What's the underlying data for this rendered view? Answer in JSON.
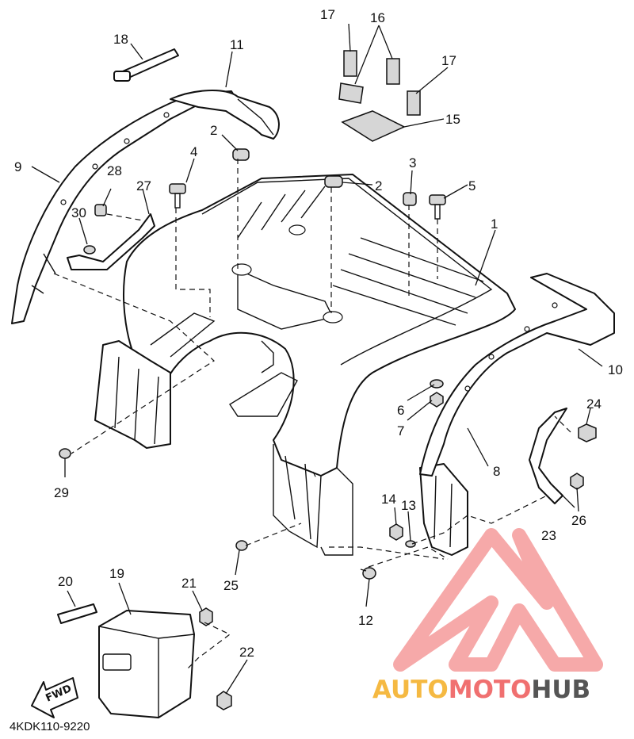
{
  "diagram": {
    "part_code": "4KDK110-9220",
    "fwd_label": "FWD",
    "callouts": {
      "c1": "1",
      "c2a": "2",
      "c2b": "2",
      "c3": "3",
      "c4": "4",
      "c5": "5",
      "c6": "6",
      "c7": "7",
      "c8": "8",
      "c9": "9",
      "c10": "10",
      "c11": "11",
      "c12": "12",
      "c13": "13",
      "c14": "14",
      "c15": "15",
      "c16": "16",
      "c17a": "17",
      "c17b": "17",
      "c18": "18",
      "c19": "19",
      "c20": "20",
      "c21": "21",
      "c22": "22",
      "c23": "23",
      "c24": "24",
      "c25": "25",
      "c26": "26",
      "c27": "27",
      "c28": "28",
      "c29": "29",
      "c30": "30"
    }
  },
  "watermark": {
    "word_part1": "AUTO",
    "word_part2": "MOTO",
    "word_part3": "HUB",
    "color_orange": "#f5b942",
    "color_red": "#f07070",
    "color_grey": "#555555"
  }
}
